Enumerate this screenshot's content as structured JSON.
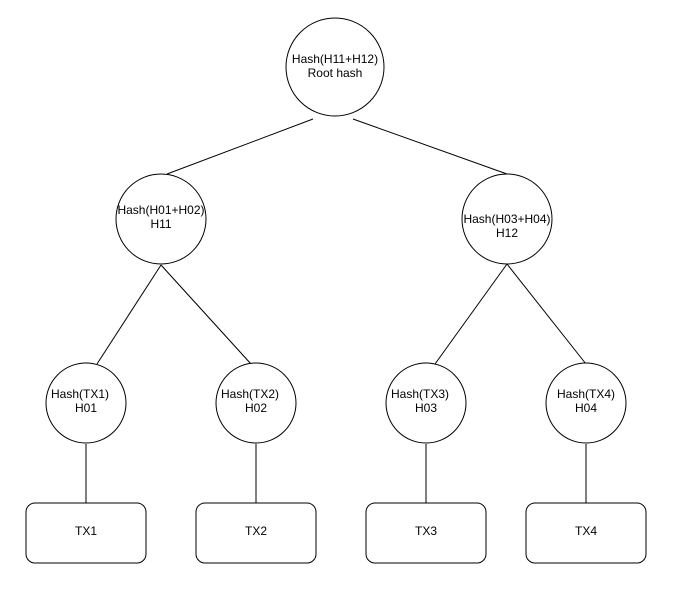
{
  "diagram": {
    "nodes": {
      "root": {
        "line1": "Hash(H11+H12)",
        "line2": "Root hash"
      },
      "h11": {
        "line1": "Hash(H01+H02)",
        "line2": "H11"
      },
      "h12": {
        "line1": "Hash(H03+H04)",
        "line2": "H12"
      },
      "h01": {
        "line1": "Hash(TX1)",
        "line2": "H01"
      },
      "h02": {
        "line1": "Hash(TX2)",
        "line2": "H02"
      },
      "h03": {
        "line1": "Hash(TX3)",
        "line2": "H03"
      },
      "h04": {
        "line1": "Hash(TX4)",
        "line2": "H04"
      },
      "tx1": {
        "label": "TX1"
      },
      "tx2": {
        "label": "TX2"
      },
      "tx3": {
        "label": "TX3"
      },
      "tx4": {
        "label": "TX4"
      }
    },
    "edges": [
      [
        "root",
        "h11"
      ],
      [
        "root",
        "h12"
      ],
      [
        "h11",
        "h01"
      ],
      [
        "h11",
        "h02"
      ],
      [
        "h12",
        "h03"
      ],
      [
        "h12",
        "h04"
      ],
      [
        "h01",
        "tx1"
      ],
      [
        "h02",
        "tx2"
      ],
      [
        "h03",
        "tx3"
      ],
      [
        "h04",
        "tx4"
      ]
    ]
  }
}
